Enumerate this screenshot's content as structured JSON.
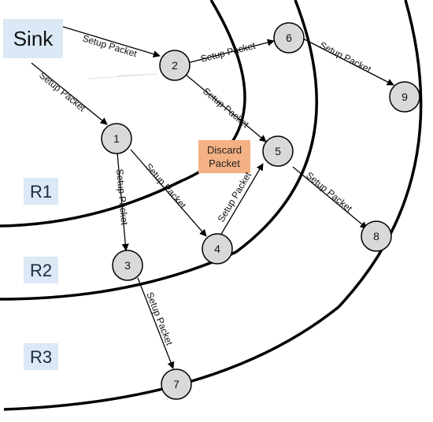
{
  "sink": {
    "label": "Sink"
  },
  "regions": [
    {
      "id": "r1",
      "label": "R1"
    },
    {
      "id": "r2",
      "label": "R2"
    },
    {
      "id": "r3",
      "label": "R3"
    }
  ],
  "nodes": [
    {
      "id": "n1",
      "label": "1"
    },
    {
      "id": "n2",
      "label": "2"
    },
    {
      "id": "n3",
      "label": "3"
    },
    {
      "id": "n4",
      "label": "4"
    },
    {
      "id": "n5",
      "label": "5"
    },
    {
      "id": "n6",
      "label": "6"
    },
    {
      "id": "n7",
      "label": "7"
    },
    {
      "id": "n8",
      "label": "8"
    },
    {
      "id": "n9",
      "label": "9"
    }
  ],
  "edges": [
    {
      "from": "sink",
      "to": "n2",
      "label": "Setup Packet"
    },
    {
      "from": "sink",
      "to": "n1",
      "label": "Setup Packet"
    },
    {
      "from": "n2",
      "to": "n6",
      "label": "Setup Packet"
    },
    {
      "from": "n2",
      "to": "n5",
      "label": "Setup Packet"
    },
    {
      "from": "n6",
      "to": "n9",
      "label": "Setup Packet"
    },
    {
      "from": "n1",
      "to": "n3",
      "label": "Setup Packet"
    },
    {
      "from": "n1",
      "to": "n4",
      "label": "Setup Packet"
    },
    {
      "from": "n4",
      "to": "n5",
      "label": "Setup Packet"
    },
    {
      "from": "n5",
      "to": "n8",
      "label": "Setup Packet"
    },
    {
      "from": "n3",
      "to": "n7",
      "label": "Setup Packet"
    }
  ],
  "discard": {
    "label_line1": "Discard",
    "label_line2": "Packet"
  },
  "colors": {
    "sink_fill": "#dbe8f5",
    "region_label_fill": "#dbe8f5",
    "node_fill": "#d9d9d9",
    "discard_fill": "#f4b183",
    "arc_stroke": "#000000"
  }
}
